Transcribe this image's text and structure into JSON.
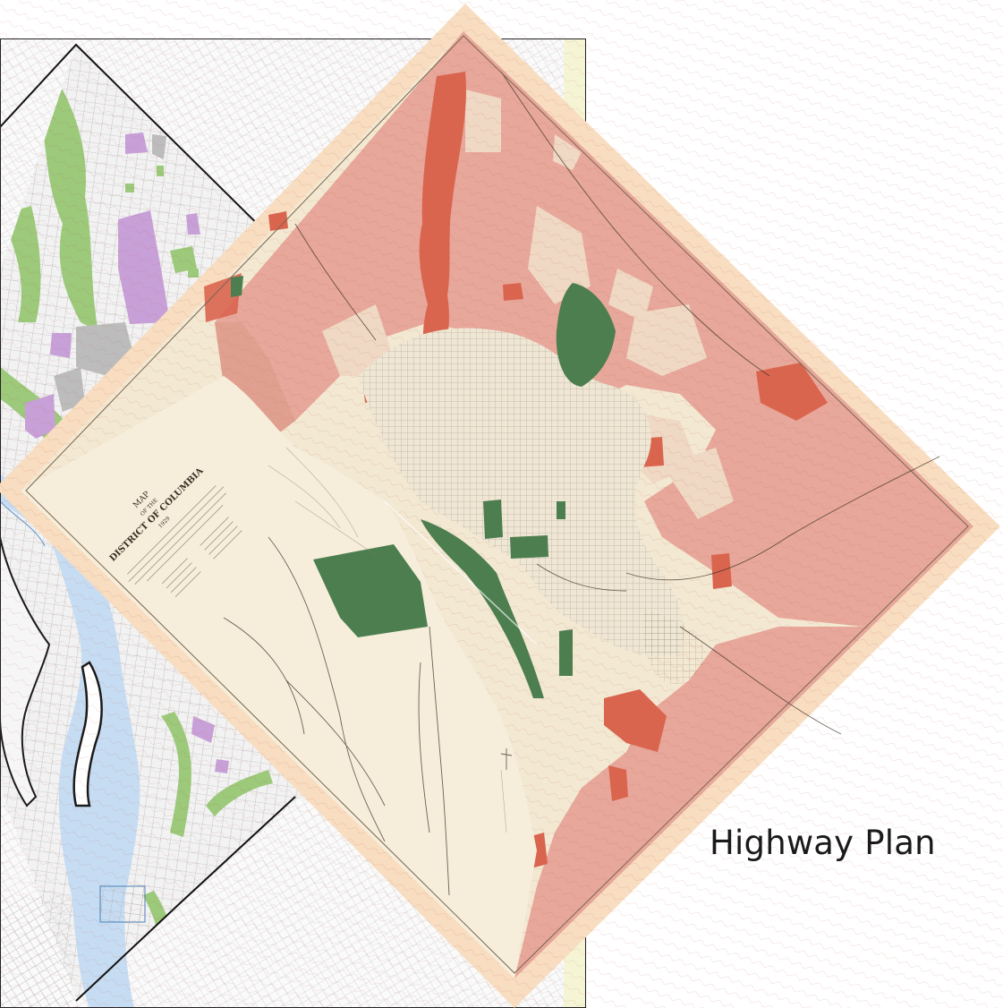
{
  "caption": "Highway Plan",
  "historic_map": {
    "title_lines": [
      "MAP",
      "OF THE",
      "DISTRICT OF COLUMBIA",
      "1929"
    ]
  },
  "colors": {
    "modern_street_grid": "#9a9a9a",
    "modern_parkland": "#9cc97a",
    "modern_federal": "#c8a0d8",
    "modern_public": "#bcbcbc",
    "modern_water": "#c6dcf2",
    "historic_paper": "#f3e8d2",
    "historic_frame": "#f8ddc0",
    "historic_residential": "#e7a79a",
    "historic_dense": "#d9654f",
    "historic_parks": "#4d7e4f",
    "historic_river": "#f6eedb"
  }
}
